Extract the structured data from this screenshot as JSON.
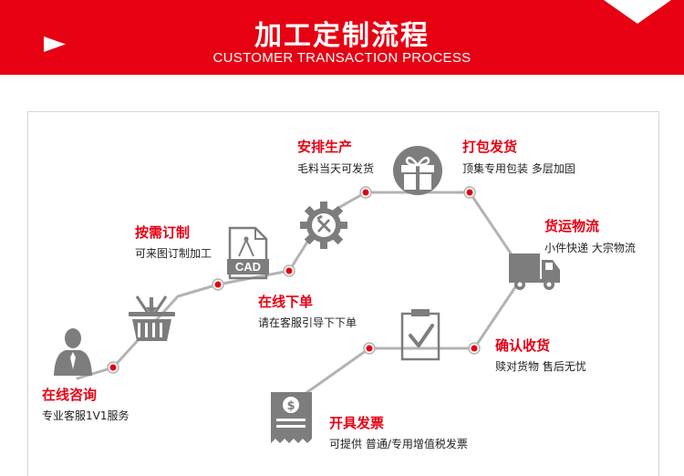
{
  "header": {
    "title": "加工定制流程",
    "subtitle": "CUSTOMER TRANSACTION PROCESS"
  },
  "colors": {
    "accent": "#e60012",
    "line": "#b3b3b3",
    "icon": "#7d7d7d"
  },
  "steps": [
    {
      "icon": "customer-service-person-icon",
      "title": "在线咨询",
      "desc": "专业客服1V1服务"
    },
    {
      "icon": "shopping-basket-icon",
      "title": "按需订制",
      "desc": "可来图订制加工"
    },
    {
      "icon": "cad-file-icon",
      "icon_text": "CAD",
      "title": "在线下单",
      "desc": "请在客服引导下下单"
    },
    {
      "icon": "gear-tools-icon",
      "title": "安排生产",
      "desc": "毛料当天可发货"
    },
    {
      "icon": "gift-box-icon",
      "title": "打包发货",
      "desc": "顶集专用包装  多层加固"
    },
    {
      "icon": "delivery-truck-icon",
      "title": "货运物流",
      "desc": "小件快递  大宗物流"
    },
    {
      "icon": "clipboard-check-icon",
      "title": "确认收货",
      "desc": "赎对货物  售后无忧"
    },
    {
      "icon": "invoice-dollar-icon",
      "title": "开具发票",
      "desc": "可提供 普通/专用增值税发票"
    }
  ]
}
